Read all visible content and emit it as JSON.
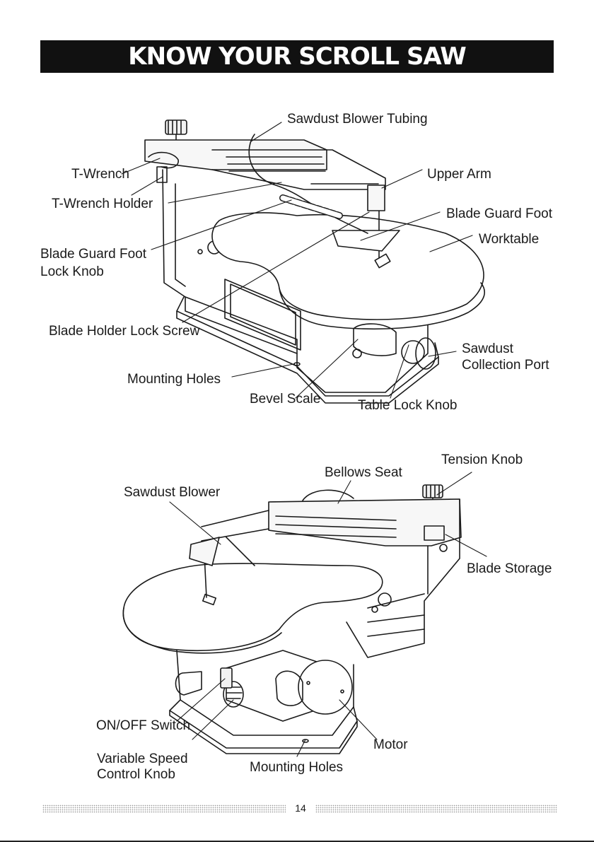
{
  "page": {
    "title": "KNOW YOUR SCROLL SAW",
    "page_number": "14"
  },
  "top_figure": {
    "labels": {
      "sawdust_blower_tubing": "Sawdust Blower Tubing",
      "t_wrench": "T-Wrench",
      "t_wrench_holder": "T-Wrench Holder",
      "upper_arm": "Upper Arm",
      "blade_guard_foot": "Blade Guard Foot",
      "worktable": "Worktable",
      "blade_guard_foot_lock_knob_1": "Blade Guard Foot",
      "blade_guard_foot_lock_knob_2": "Lock Knob",
      "blade_holder_lock_screw": "Blade Holder Lock Screw",
      "sawdust_collection_port_1": "Sawdust",
      "sawdust_collection_port_2": "Collection Port",
      "mounting_holes": "Mounting Holes",
      "bevel_scale": "Bevel Scale",
      "table_lock_knob": "Table Lock Knob"
    }
  },
  "bottom_figure": {
    "labels": {
      "tension_knob": "Tension Knob",
      "bellows_seat": "Bellows Seat",
      "sawdust_blower": "Sawdust Blower",
      "blade_storage": "Blade Storage",
      "on_off_switch": "ON/OFF Switch",
      "variable_speed_1": "Variable Speed",
      "variable_speed_2": "Control Knob",
      "motor": "Motor",
      "mounting_holes": "Mounting Holes"
    }
  }
}
